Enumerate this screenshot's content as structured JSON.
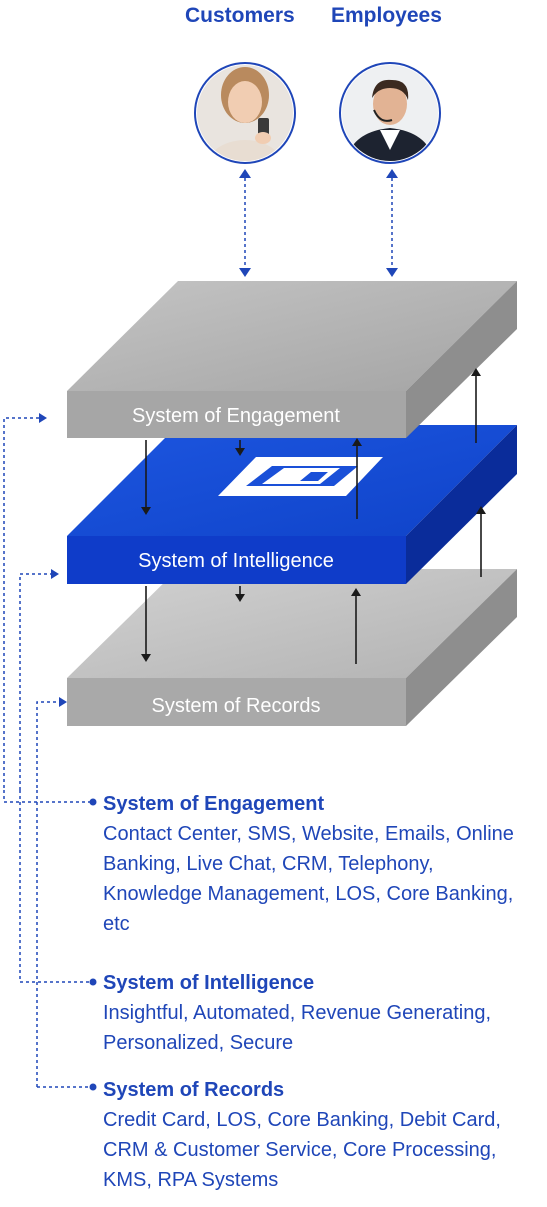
{
  "personas": {
    "customers": "Customers",
    "employees": "Employees"
  },
  "layers": {
    "engagement": "System of Engagement",
    "intelligence": "System of Intelligence",
    "records": "System of Records"
  },
  "legend": [
    {
      "title": "System of Engagement",
      "description": "Contact Center, SMS, Website, Emails, Online Banking, Live Chat, CRM, Telephony, Knowledge Management, LOS, Core Banking, etc"
    },
    {
      "title": "System of Intelligence",
      "description": "Insightful, Automated, Revenue Generating, Personalized, Secure"
    },
    {
      "title": "System of Records",
      "description": "Credit Card, LOS, Core Banking, Debit Card, CRM & Customer Service, Core Processing, KMS, RPA Systems"
    }
  ],
  "colors": {
    "accent": "#1f46b8",
    "layer_grey": "#a9a9a9",
    "layer_blue": "#0f3cc9"
  }
}
